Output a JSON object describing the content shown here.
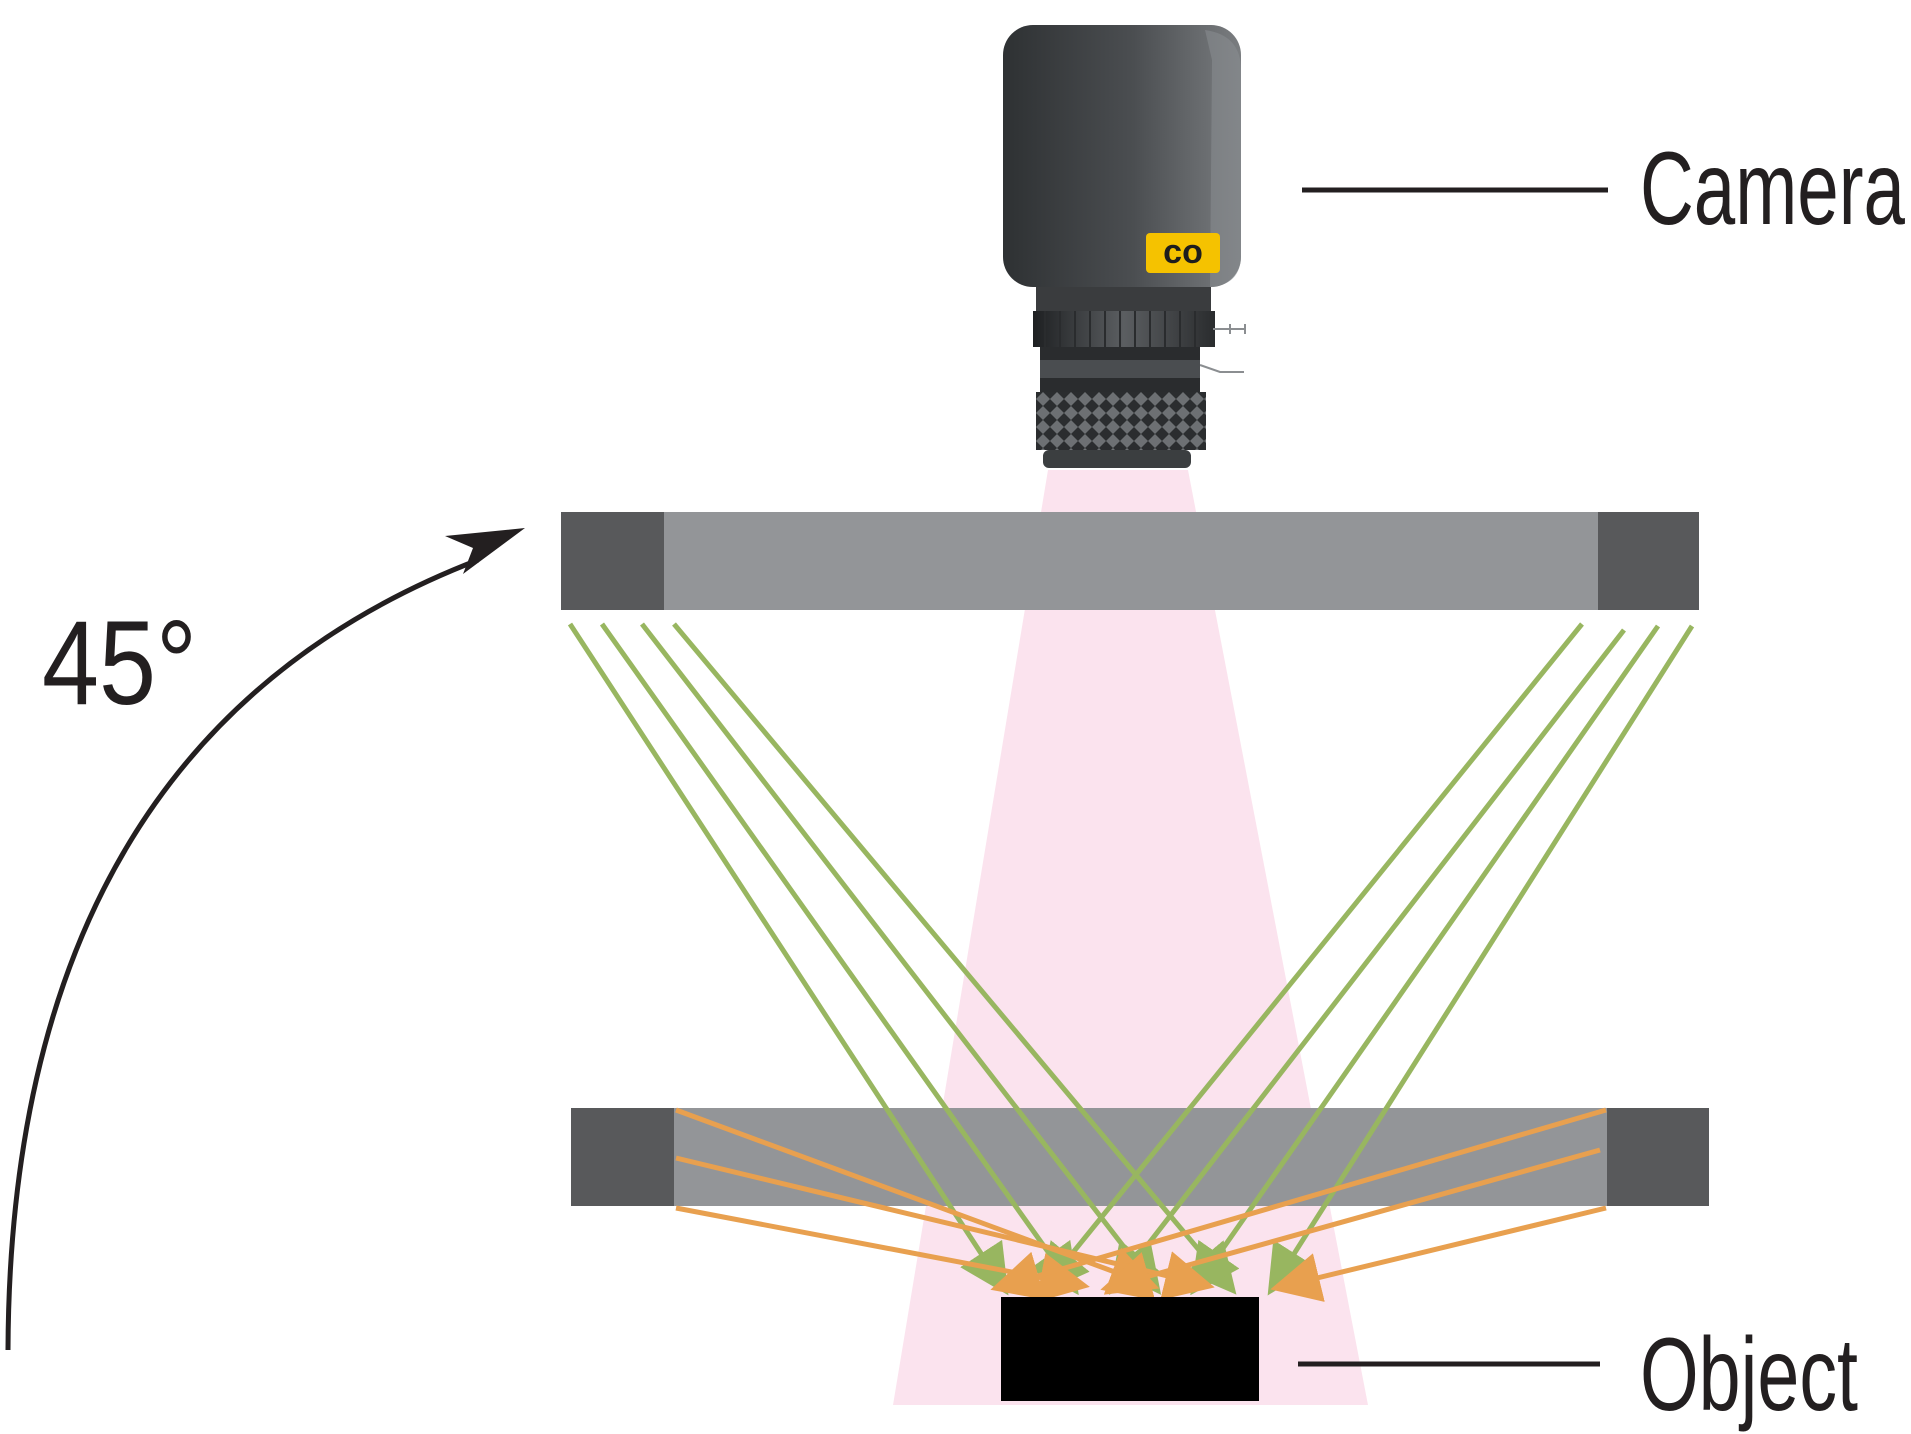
{
  "labels": {
    "camera": "Camera",
    "object": "Object",
    "angle": "45°"
  },
  "camera_badge": "co",
  "colors": {
    "view_cone": "#fbe3ee",
    "diffuser_light": "#939598",
    "diffuser_dark": "#58595b",
    "green_rays": "#98b660",
    "orange_rays": "#e8a04f",
    "object": "#000000",
    "badge": "#f5c200",
    "camera_body": "#4a4d50",
    "text": "#231f20"
  }
}
